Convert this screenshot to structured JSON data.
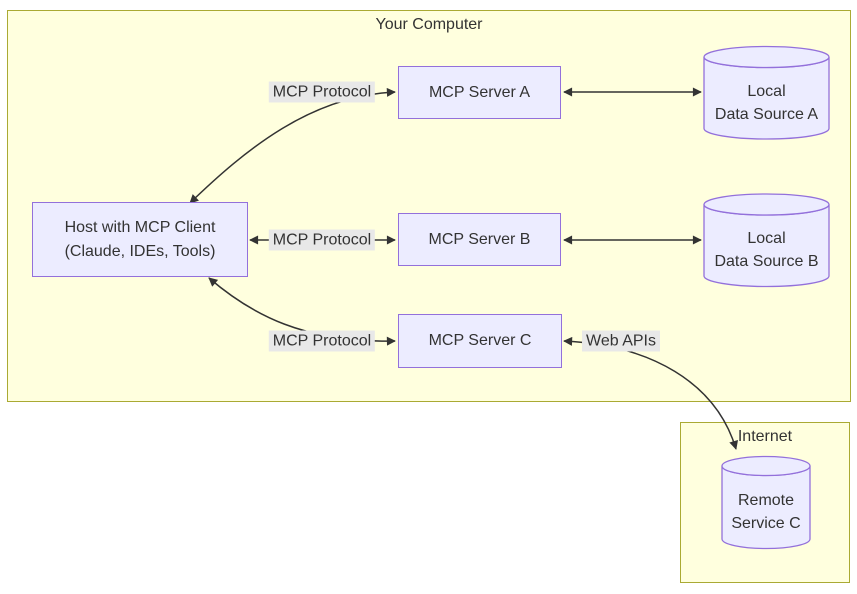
{
  "groups": {
    "your_computer": {
      "label": "Your Computer"
    },
    "internet": {
      "label": "Internet"
    }
  },
  "nodes": {
    "host": {
      "line1": "Host with MCP Client",
      "line2": "(Claude, IDEs, Tools)"
    },
    "server_a": {
      "label": "MCP Server A"
    },
    "server_b": {
      "label": "MCP Server B"
    },
    "server_c": {
      "label": "MCP Server C"
    },
    "data_source_a": {
      "line1": "Local",
      "line2": "Data Source A"
    },
    "data_source_b": {
      "line1": "Local",
      "line2": "Data Source B"
    },
    "remote_service_c": {
      "line1": "Remote",
      "line2": "Service C"
    }
  },
  "edge_labels": {
    "protocol_a": "MCP Protocol",
    "protocol_b": "MCP Protocol",
    "protocol_c": "MCP Protocol",
    "web_apis": "Web APIs"
  },
  "colors": {
    "canvas_bg": "#ffffff",
    "group_fill": "#ffffde",
    "group_border": "#aaaa33",
    "node_fill": "#ececff",
    "node_border": "#9370db",
    "edge_stroke": "#333333",
    "edge_label_bg": "#e8e8e8",
    "text": "#333333"
  }
}
